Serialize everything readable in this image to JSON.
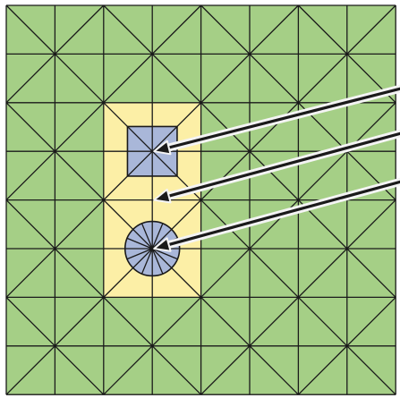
{
  "diagram": {
    "grid": {
      "rows": 8,
      "cols": 8
    },
    "highlight_region": {
      "col_start": 2,
      "col_end": 4,
      "row_start": 2,
      "row_end": 6
    },
    "markers": [
      {
        "shape": "square",
        "col": 3,
        "row": 3
      },
      {
        "shape": "point",
        "col": 3,
        "row": 4
      },
      {
        "shape": "circle",
        "col": 3,
        "row": 5
      }
    ],
    "arrow_count": 3
  },
  "colors": {
    "mesh_fill": "#a5cf86",
    "highlight_fill": "#fcefa6",
    "marker_fill": "#a9b7d9",
    "line": "#1a1a1a",
    "arrow_outline": "#f4f4f4"
  }
}
